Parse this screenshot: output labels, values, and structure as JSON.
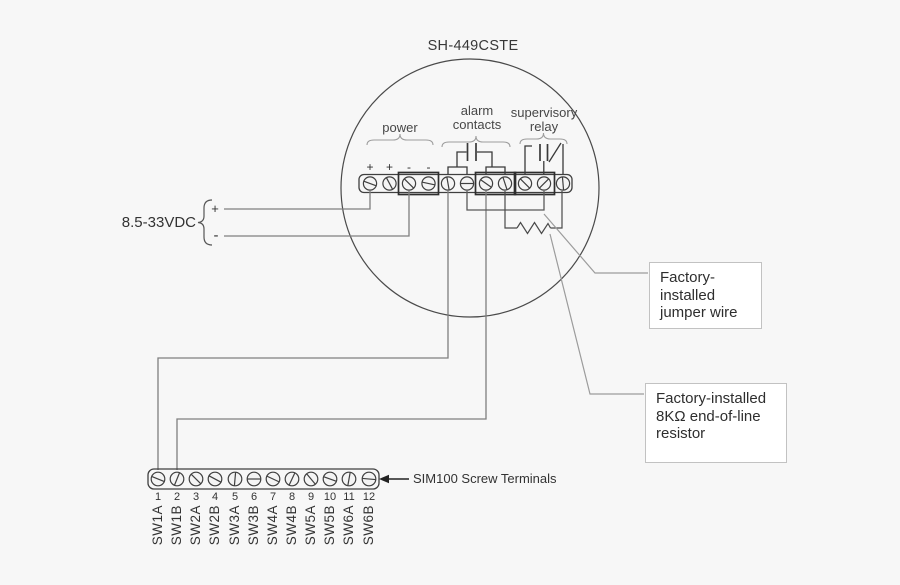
{
  "colors": {
    "background": "#f7f7f7",
    "diagram_line": "#3f3f3f",
    "wire": "#7f7f7f",
    "pointer_line": "#9c9c9c",
    "callout_border": "#c2c2c2",
    "callout_bg": "#ffffff",
    "text": "#3a3a3a"
  },
  "device": {
    "title": "SH-449CSTE",
    "groups": [
      {
        "label": "power"
      },
      {
        "label": "alarm\ncontacts"
      },
      {
        "label": "supervisory\nrelay"
      }
    ],
    "polarity_marks": [
      "+",
      "+",
      "-",
      "-"
    ]
  },
  "power_source": {
    "label": "8.5-33VDC",
    "plus": "+",
    "minus": "-"
  },
  "callouts": [
    {
      "text": "Factory-\ninstalled\njumper wire"
    },
    {
      "text": "Factory-installed\n8KΩ end-of-line\nresistor"
    }
  ],
  "sim100": {
    "label": "SIM100 Screw Terminals",
    "numbers": [
      "1",
      "2",
      "3",
      "4",
      "5",
      "6",
      "7",
      "8",
      "9",
      "10",
      "11",
      "12"
    ],
    "terminals": [
      "SW1A",
      "SW1B",
      "SW2A",
      "SW2B",
      "SW3A",
      "SW3B",
      "SW4A",
      "SW4B",
      "SW5A",
      "SW5B",
      "SW6A",
      "SW6B"
    ]
  }
}
